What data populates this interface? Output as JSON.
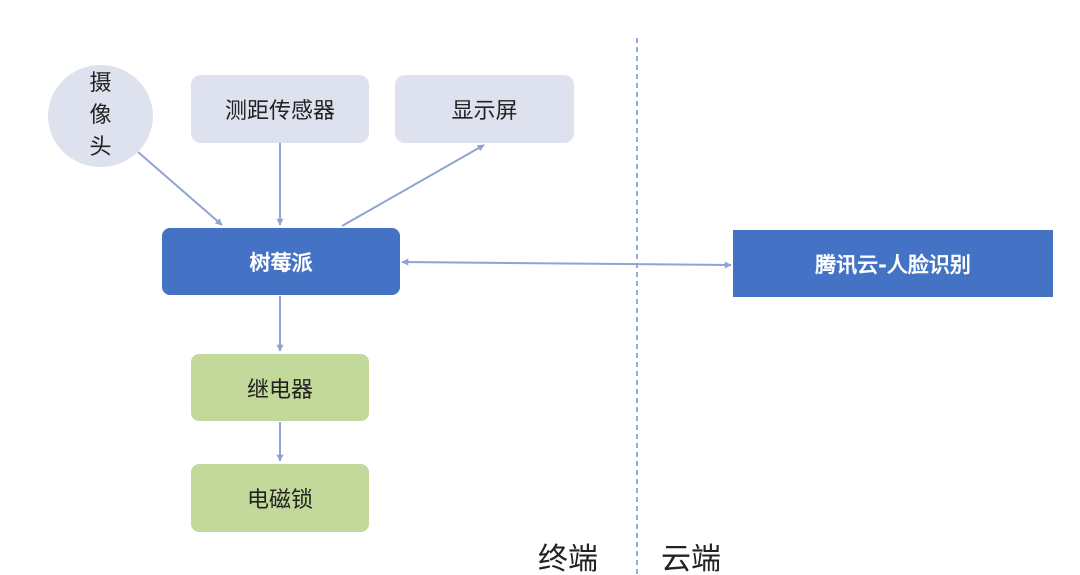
{
  "nodes": {
    "camera": "摄像头",
    "distance_sensor": "测距传感器",
    "display": "显示屏",
    "raspberry_pi": "树莓派",
    "relay": "继电器",
    "electromagnetic_lock": "电磁锁",
    "tencent_cloud": "腾讯云-人脸识别"
  },
  "zones": {
    "terminal": "终端",
    "cloud": "云端"
  },
  "colors": {
    "light_box": "#dee1ee",
    "dark_box": "#4472c4",
    "green_box": "#c2d99b",
    "connector": "#8fa3d4",
    "divider": "#6f8fd0"
  }
}
